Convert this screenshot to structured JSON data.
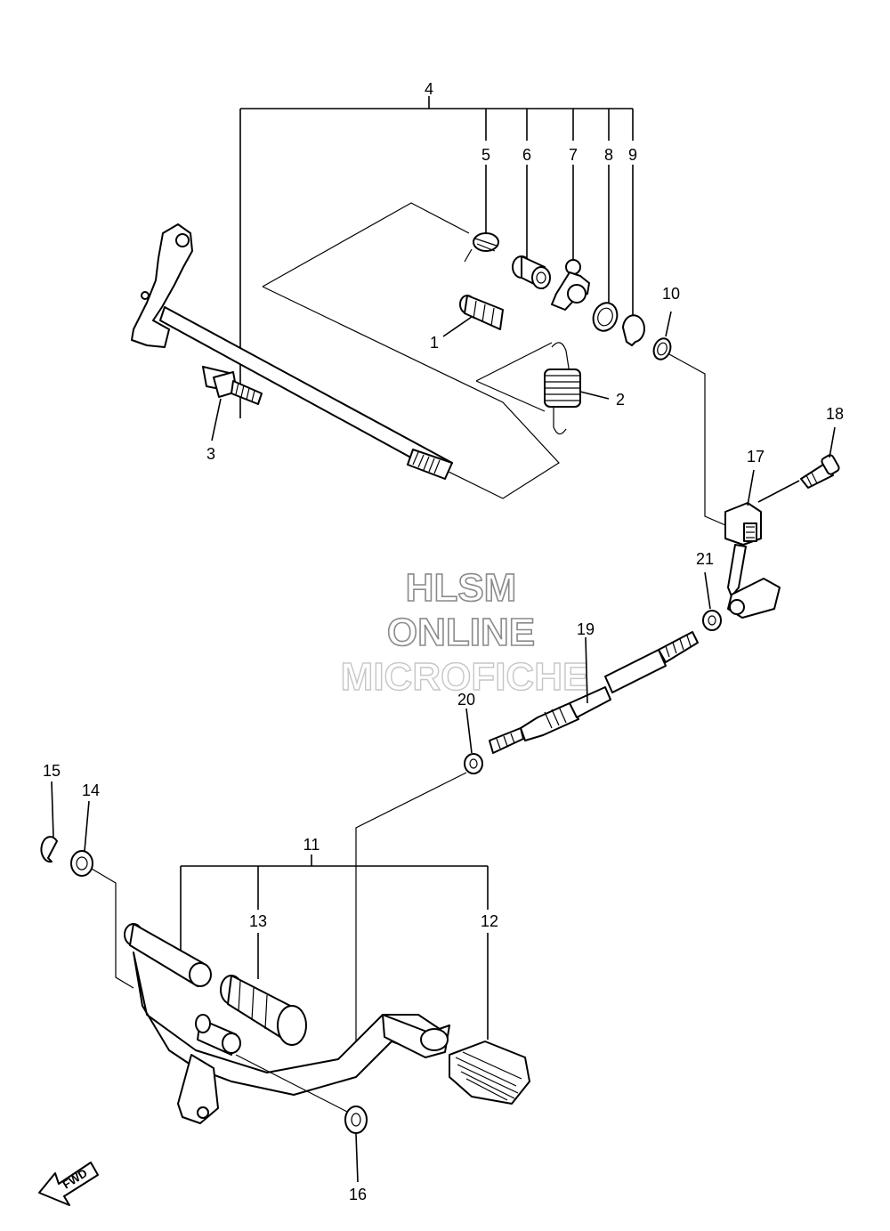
{
  "callouts": {
    "c1": "1",
    "c2": "2",
    "c3": "3",
    "c4": "4",
    "c5": "5",
    "c6": "6",
    "c7": "7",
    "c8": "8",
    "c9": "9",
    "c10": "10",
    "c11": "11",
    "c12": "12",
    "c13": "13",
    "c14": "14",
    "c15": "15",
    "c16": "16",
    "c17": "17",
    "c18": "18",
    "c19": "19",
    "c20": "20",
    "c21": "21"
  },
  "watermark": {
    "line1": "HLSM",
    "line2": "ONLINE",
    "line3": "MICROFICHE"
  },
  "direction_badge": "FWD"
}
